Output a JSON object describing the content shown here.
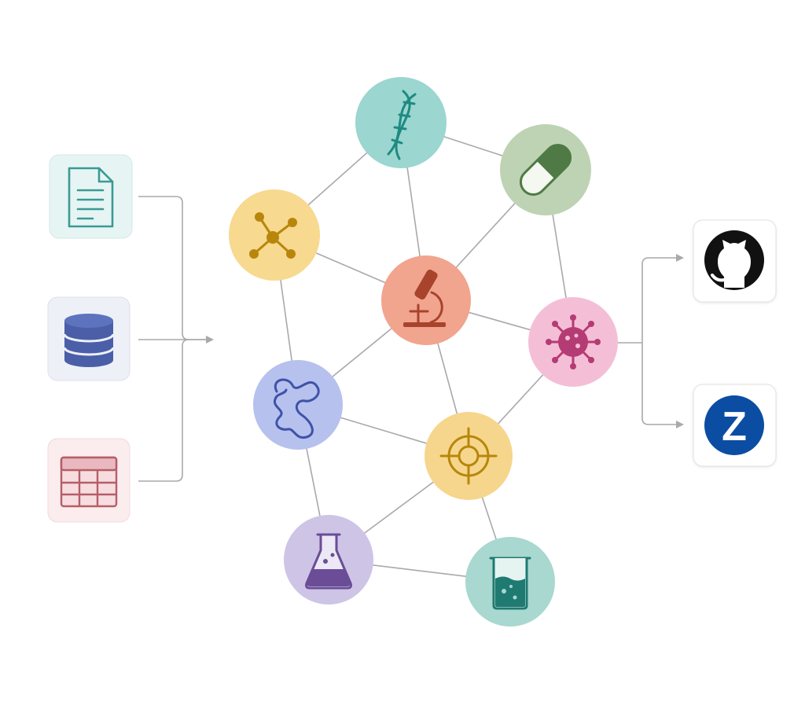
{
  "diagram": {
    "edge_color": "#a9a9ad",
    "input_sources": [
      {
        "id": "document",
        "icon": "document-icon",
        "color": "#3a9a94",
        "fill": "#e6f5f3"
      },
      {
        "id": "database",
        "icon": "database-icon",
        "color": "#4a5fa8",
        "fill": "#eef0f8"
      },
      {
        "id": "spreadsheet",
        "icon": "spreadsheet-icon",
        "color": "#b55e68",
        "fill": "#fbecee"
      }
    ],
    "nodes": [
      {
        "id": "dna",
        "icon": "dna-icon",
        "fill": "#9bd6d0",
        "color": "#1f8a82"
      },
      {
        "id": "capsule",
        "icon": "capsule-icon",
        "fill": "#bdd3b3",
        "color": "#4f7a45"
      },
      {
        "id": "molecule",
        "icon": "molecule-icon",
        "fill": "#f7d98f",
        "color": "#b8860b"
      },
      {
        "id": "microscope",
        "icon": "microscope-icon",
        "fill": "#f1a48e",
        "color": "#a8432c"
      },
      {
        "id": "virus",
        "icon": "virus-icon",
        "fill": "#f4bfd6",
        "color": "#b53b74"
      },
      {
        "id": "protein",
        "icon": "protein-icon",
        "fill": "#b6c1ed",
        "color": "#3f52a8"
      },
      {
        "id": "target",
        "icon": "target-icon",
        "fill": "#f6d68c",
        "color": "#b8860b"
      },
      {
        "id": "flask",
        "icon": "flask-icon",
        "fill": "#cdc4e6",
        "color": "#6a4d96"
      },
      {
        "id": "beaker",
        "icon": "beaker-icon",
        "fill": "#a8d8cf",
        "color": "#1f7a72"
      }
    ],
    "links": [
      [
        "molecule",
        "dna"
      ],
      [
        "dna",
        "capsule"
      ],
      [
        "dna",
        "microscope"
      ],
      [
        "capsule",
        "microscope"
      ],
      [
        "capsule",
        "virus"
      ],
      [
        "molecule",
        "microscope"
      ],
      [
        "microscope",
        "virus"
      ],
      [
        "molecule",
        "protein"
      ],
      [
        "microscope",
        "protein"
      ],
      [
        "microscope",
        "target"
      ],
      [
        "virus",
        "target"
      ],
      [
        "protein",
        "target"
      ],
      [
        "protein",
        "flask"
      ],
      [
        "target",
        "flask"
      ],
      [
        "target",
        "beaker"
      ],
      [
        "flask",
        "beaker"
      ]
    ],
    "outputs": [
      {
        "id": "github",
        "icon": "github-icon",
        "color": "#111111"
      },
      {
        "id": "zenodo",
        "icon": "zenodo-icon",
        "color": "#0b4da2",
        "letter": "Z"
      }
    ]
  }
}
